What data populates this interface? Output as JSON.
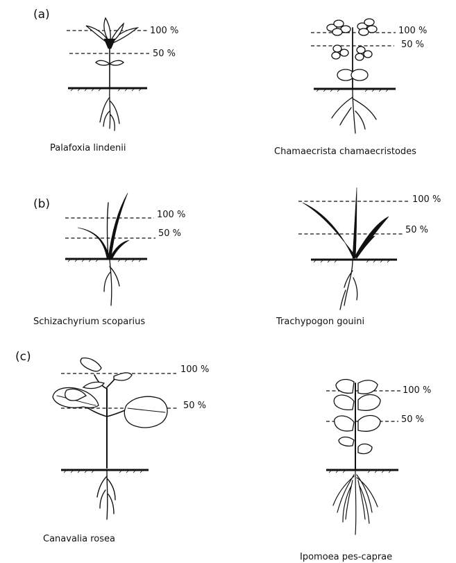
{
  "rows": [
    {
      "panel": "(a)",
      "plants": [
        {
          "species": "Palafoxia lindenii",
          "upper_level": "100 %",
          "lower_level": "50 %"
        },
        {
          "species": "Chamaecrista chamaecristodes",
          "upper_level": "100 %",
          "lower_level": "50 %"
        }
      ]
    },
    {
      "panel": "(b)",
      "plants": [
        {
          "species": "Schizachyrium scoparius",
          "upper_level": "100 %",
          "lower_level": "50 %"
        },
        {
          "species": "Trachypogon gouini",
          "upper_level": "100 %",
          "lower_level": "50 %"
        }
      ]
    },
    {
      "panel": "(c)",
      "plants": [
        {
          "species": "Canavalia rosea",
          "upper_level": "100 %",
          "lower_level": "50 %"
        },
        {
          "species": "Ipomoea pes-caprae",
          "upper_level": "100 %",
          "lower_level": "50 %"
        }
      ]
    }
  ]
}
